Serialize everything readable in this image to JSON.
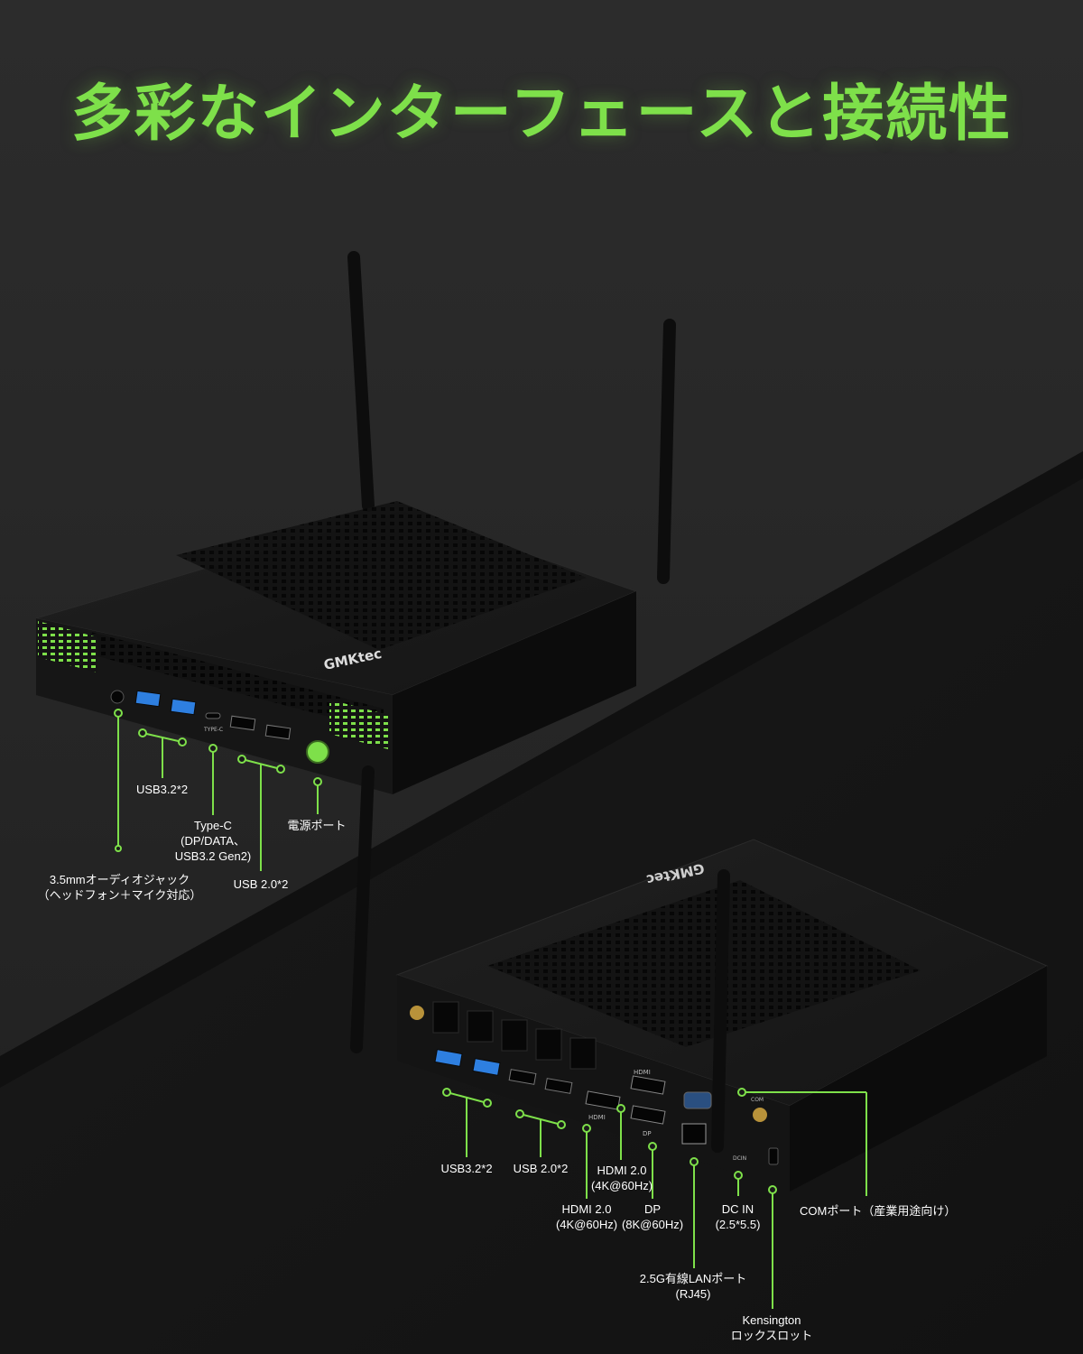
{
  "title": "多彩なインターフェースと接続性",
  "colors": {
    "accent": "#7ee04a",
    "usb3_port": "#2e7fe0",
    "device_body": "#101010",
    "background": "#242424"
  },
  "devices": {
    "front_logo": "GMKtec",
    "rear_logo": "GMKtec"
  },
  "port_markings": {
    "front_typec": "TYPE-C",
    "rear_hdmi_top": "HDMI",
    "rear_hdmi_bottom": "HDMI",
    "rear_dp": "DP",
    "rear_dcin": "DCIN",
    "rear_com": "COM"
  },
  "front_labels": {
    "usb32": "USB3.2*2",
    "typec_line1": "Type-C",
    "typec_line2": "(DP/DATA、",
    "typec_line3": "USB3.2 Gen2)",
    "power": "電源ポート",
    "audio_line1": "3.5mmオーディオジャック",
    "audio_line2": "（ヘッドフォン＋マイク対応）",
    "usb20": "USB 2.0*2"
  },
  "rear_labels": {
    "usb32": "USB3.2*2",
    "usb20": "USB 2.0*2",
    "hdmi_upper_line1": "HDMI 2.0",
    "hdmi_upper_line2": "(4K@60Hz)",
    "hdmi_lower_line1": "HDMI 2.0",
    "hdmi_lower_line2": "(4K@60Hz)",
    "dp_line1": "DP",
    "dp_line2": "(8K@60Hz)",
    "dcin_line1": "DC IN",
    "dcin_line2": "(2.5*5.5)",
    "com": "COMポート（産業用途向け）",
    "lan_line1": "2.5G有線LANポート",
    "lan_line2": "(RJ45)",
    "kensington_line1": "Kensington",
    "kensington_line2": "ロックスロット"
  }
}
